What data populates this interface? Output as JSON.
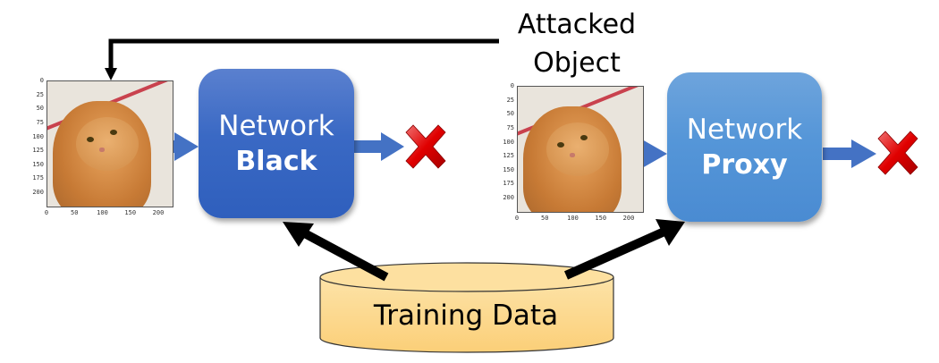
{
  "diagram": {
    "attacked_label_line1": "Attacked",
    "attacked_label_line2": "Object",
    "black_network": {
      "line1": "Network",
      "line2": "Black",
      "color": "#3a69c4"
    },
    "proxy_network": {
      "line1": "Network",
      "line2": "Proxy",
      "color": "#5596d8"
    },
    "training_data": {
      "label": "Training Data",
      "color": "#fdd48a"
    },
    "arrow_color": "#4472c4",
    "reject_icon_color": "#d90000",
    "input_images": [
      {
        "name": "original",
        "description": "orange tabby cat photo plotted on axes"
      },
      {
        "name": "attacked",
        "description": "orange tabby cat photo plotted on axes (adversarial)"
      }
    ],
    "image_axes": {
      "y_ticks": [
        "0",
        "25",
        "50",
        "75",
        "100",
        "125",
        "150",
        "175",
        "200"
      ],
      "x_ticks": [
        "0",
        "50",
        "100",
        "150",
        "200"
      ]
    }
  }
}
